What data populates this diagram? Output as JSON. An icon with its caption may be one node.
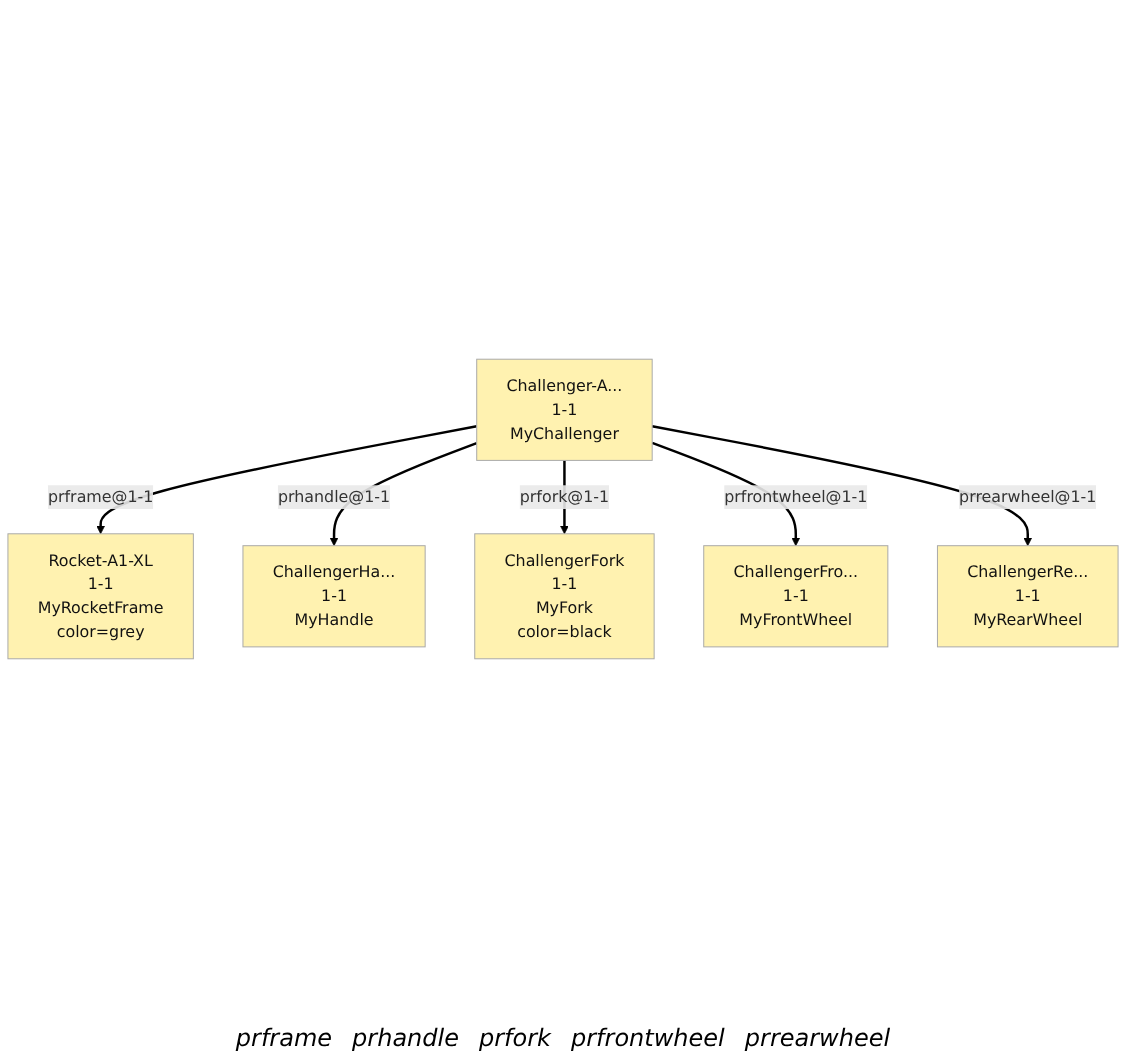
{
  "diagram": {
    "nodes": [
      {
        "text": [
          "Rocket-A1-XL",
          "1-1",
          "MyRocketFrame",
          "color=grey"
        ]
      },
      {
        "text": [
          "ChallengerHa...",
          "1-1",
          "MyHandle"
        ]
      },
      {
        "text": [
          "Challenger-A...",
          "1-1",
          "MyChallenger"
        ]
      },
      {
        "text": [
          "ChallengerFork",
          "1-1",
          "MyFork",
          "color=black"
        ]
      },
      {
        "text": [
          "ChallengerFro...",
          "1-1",
          "MyFrontWheel"
        ]
      },
      {
        "text": [
          "ChallengerRe...",
          "1-1",
          "MyRearWheel"
        ]
      }
    ],
    "edges": [
      {
        "from": 2,
        "to": 0,
        "arrow": "to",
        "label": "prframe@1-1"
      },
      {
        "from": 2,
        "to": 1,
        "arrow": "to",
        "label": "prhandle@1-1"
      },
      {
        "from": 2,
        "to": 3,
        "arrow": "to",
        "label": "prfork@1-1"
      },
      {
        "from": 2,
        "to": 4,
        "arrow": "to",
        "label": "prfrontwheel@1-1"
      },
      {
        "from": 2,
        "to": 5,
        "arrow": "to",
        "label": "prrearwheel@1-1"
      }
    ],
    "labels": [
      "prframe",
      "prhandle",
      "prfork",
      "prfrontwheel",
      "prrearwheel"
    ]
  }
}
